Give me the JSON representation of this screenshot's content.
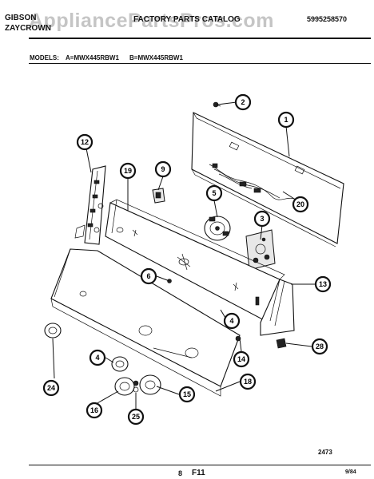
{
  "header": {
    "brand_left_line1": "GIBSON",
    "brand_left_line2": "ZAYCROWN",
    "catalog_title": "FACTORY PARTS CATALOG",
    "catalog_number": "5995258570",
    "watermark": "AppliancePartsPros.com"
  },
  "models": {
    "label": "MODELS:",
    "model_a": "A=MWX445RBW1",
    "model_b": "B=MWX445RBW1"
  },
  "callouts": [
    "1",
    "2",
    "3",
    "4",
    "4",
    "5",
    "6",
    "9",
    "12",
    "13",
    "14",
    "15",
    "16",
    "18",
    "19",
    "20",
    "24",
    "25",
    "28"
  ],
  "footer": {
    "diagram_number": "2473",
    "page_marker": "8",
    "page_code": "F11",
    "date_code": "9/84"
  },
  "colors": {
    "ink": "#111111",
    "paper": "#ffffff",
    "watermark": "#969696"
  }
}
